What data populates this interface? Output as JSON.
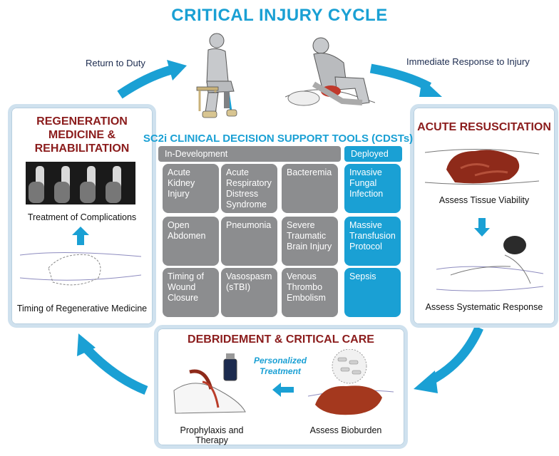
{
  "title": "CRITICAL INJURY CYCLE",
  "flow_labels": {
    "return_to_duty": "Return to Duty",
    "immediate_response": "Immediate Response to Injury"
  },
  "panels": {
    "regeneration": {
      "title_lines": [
        "REGENERATION",
        "MEDICINE &",
        "REHABILITATION"
      ],
      "caption_top": "Treatment of Complications",
      "caption_bottom": "Timing of Regenerative Medicine"
    },
    "acute": {
      "title": "ACUTE RESUSCITATION",
      "caption_top": "Assess Tissue Viability",
      "caption_bottom": "Assess Systematic Response"
    },
    "debridement": {
      "title": "DEBRIDEMENT & CRITICAL CARE",
      "caption_left": "Prophylaxis and Therapy",
      "caption_right": "Assess Bioburden",
      "personalized": [
        "Personalized",
        "Treatment"
      ]
    }
  },
  "cdst": {
    "title": "SC2i CLINICAL DECISION SUPPORT TOOLS (CDSTs)",
    "in_development_label": "In-Development",
    "deployed_label": "Deployed",
    "in_development": [
      [
        "Acute",
        "Kidney",
        "Injury"
      ],
      [
        "Acute",
        "Respiratory",
        "Distress",
        "Syndrome"
      ],
      [
        "Bacteremia"
      ],
      [
        "Open",
        "Abdomen"
      ],
      [
        "Pneumonia"
      ],
      [
        "Severe",
        "Traumatic",
        "Brain Injury"
      ],
      [
        "Timing of",
        "Wound",
        "Closure"
      ],
      [
        "Vasospasm",
        "(sTBI)"
      ],
      [
        "Venous",
        "Thrombo",
        "Embolism"
      ]
    ],
    "deployed": [
      [
        "Invasive",
        "Fungal",
        "Infection"
      ],
      [
        "Massive",
        "Transfusion",
        "Protocol"
      ],
      [
        "Sepsis"
      ]
    ]
  },
  "colors": {
    "accent_blue": "#1aa0d4",
    "title_red": "#8b1c1c",
    "cell_gray": "#8c8d8f",
    "panel_border": "#cfe1ee",
    "navy_text": "#1c2b4f"
  }
}
